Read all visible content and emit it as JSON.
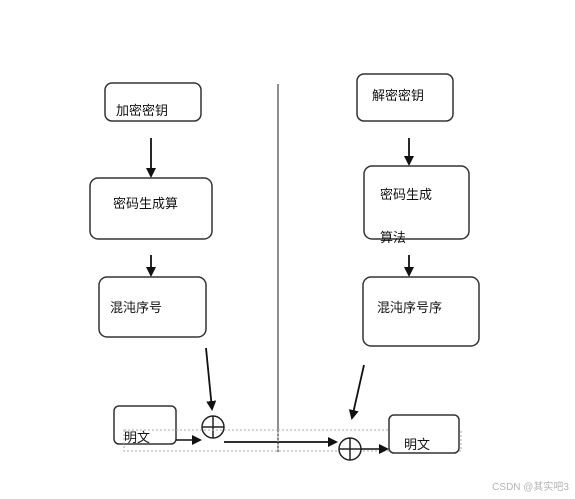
{
  "left": {
    "key_label": "加密密钥",
    "algo_label": "密码生成算",
    "chaos_label": "混沌序号",
    "plaintext_label": "明文"
  },
  "right": {
    "key_label": "解密密钥",
    "algo_line1": "密码生成",
    "algo_line2": "算法",
    "chaos_label": "混沌序号序",
    "plaintext_label": "明文"
  },
  "watermark": "CSDN @其实吧3",
  "colors": {
    "stroke": "#333333",
    "dashed": "#999999",
    "text": "#111111"
  }
}
